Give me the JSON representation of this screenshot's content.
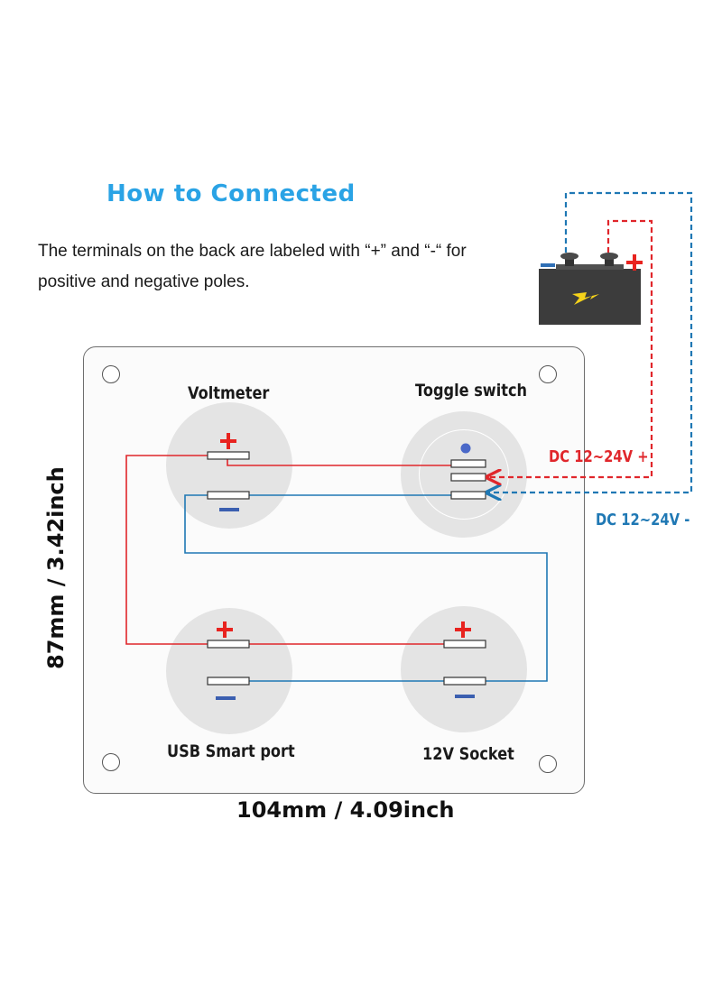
{
  "title": "How to Connected",
  "description": "The terminals on the back are labeled with “+” and “-“ for positive and negative poles.",
  "ports": {
    "voltmeter": "Voltmeter",
    "toggle_switch": "Toggle switch",
    "usb_port": "USB Smart port",
    "socket": "12V Socket"
  },
  "terminals": {
    "plus": "+",
    "minus": "-"
  },
  "power": {
    "dc_positive": "DC 12~24V +",
    "dc_negative": "DC 12~24V -"
  },
  "dimensions": {
    "height": "87mm / 3.42inch",
    "width": "104mm / 4.09inch"
  },
  "colors": {
    "title": "#2aa3e5",
    "positive_wire": "#e0262b",
    "negative_wire": "#1f78b4",
    "plus_sign": "#e8231f",
    "minus_sign": "#3b5fb0",
    "battery_body": "#3c3c3c",
    "battery_bolt": "#f5d21a"
  },
  "icons": [
    "battery-icon",
    "lightning-bolt-icon",
    "mounting-hole-icon",
    "indicator-led-icon"
  ]
}
